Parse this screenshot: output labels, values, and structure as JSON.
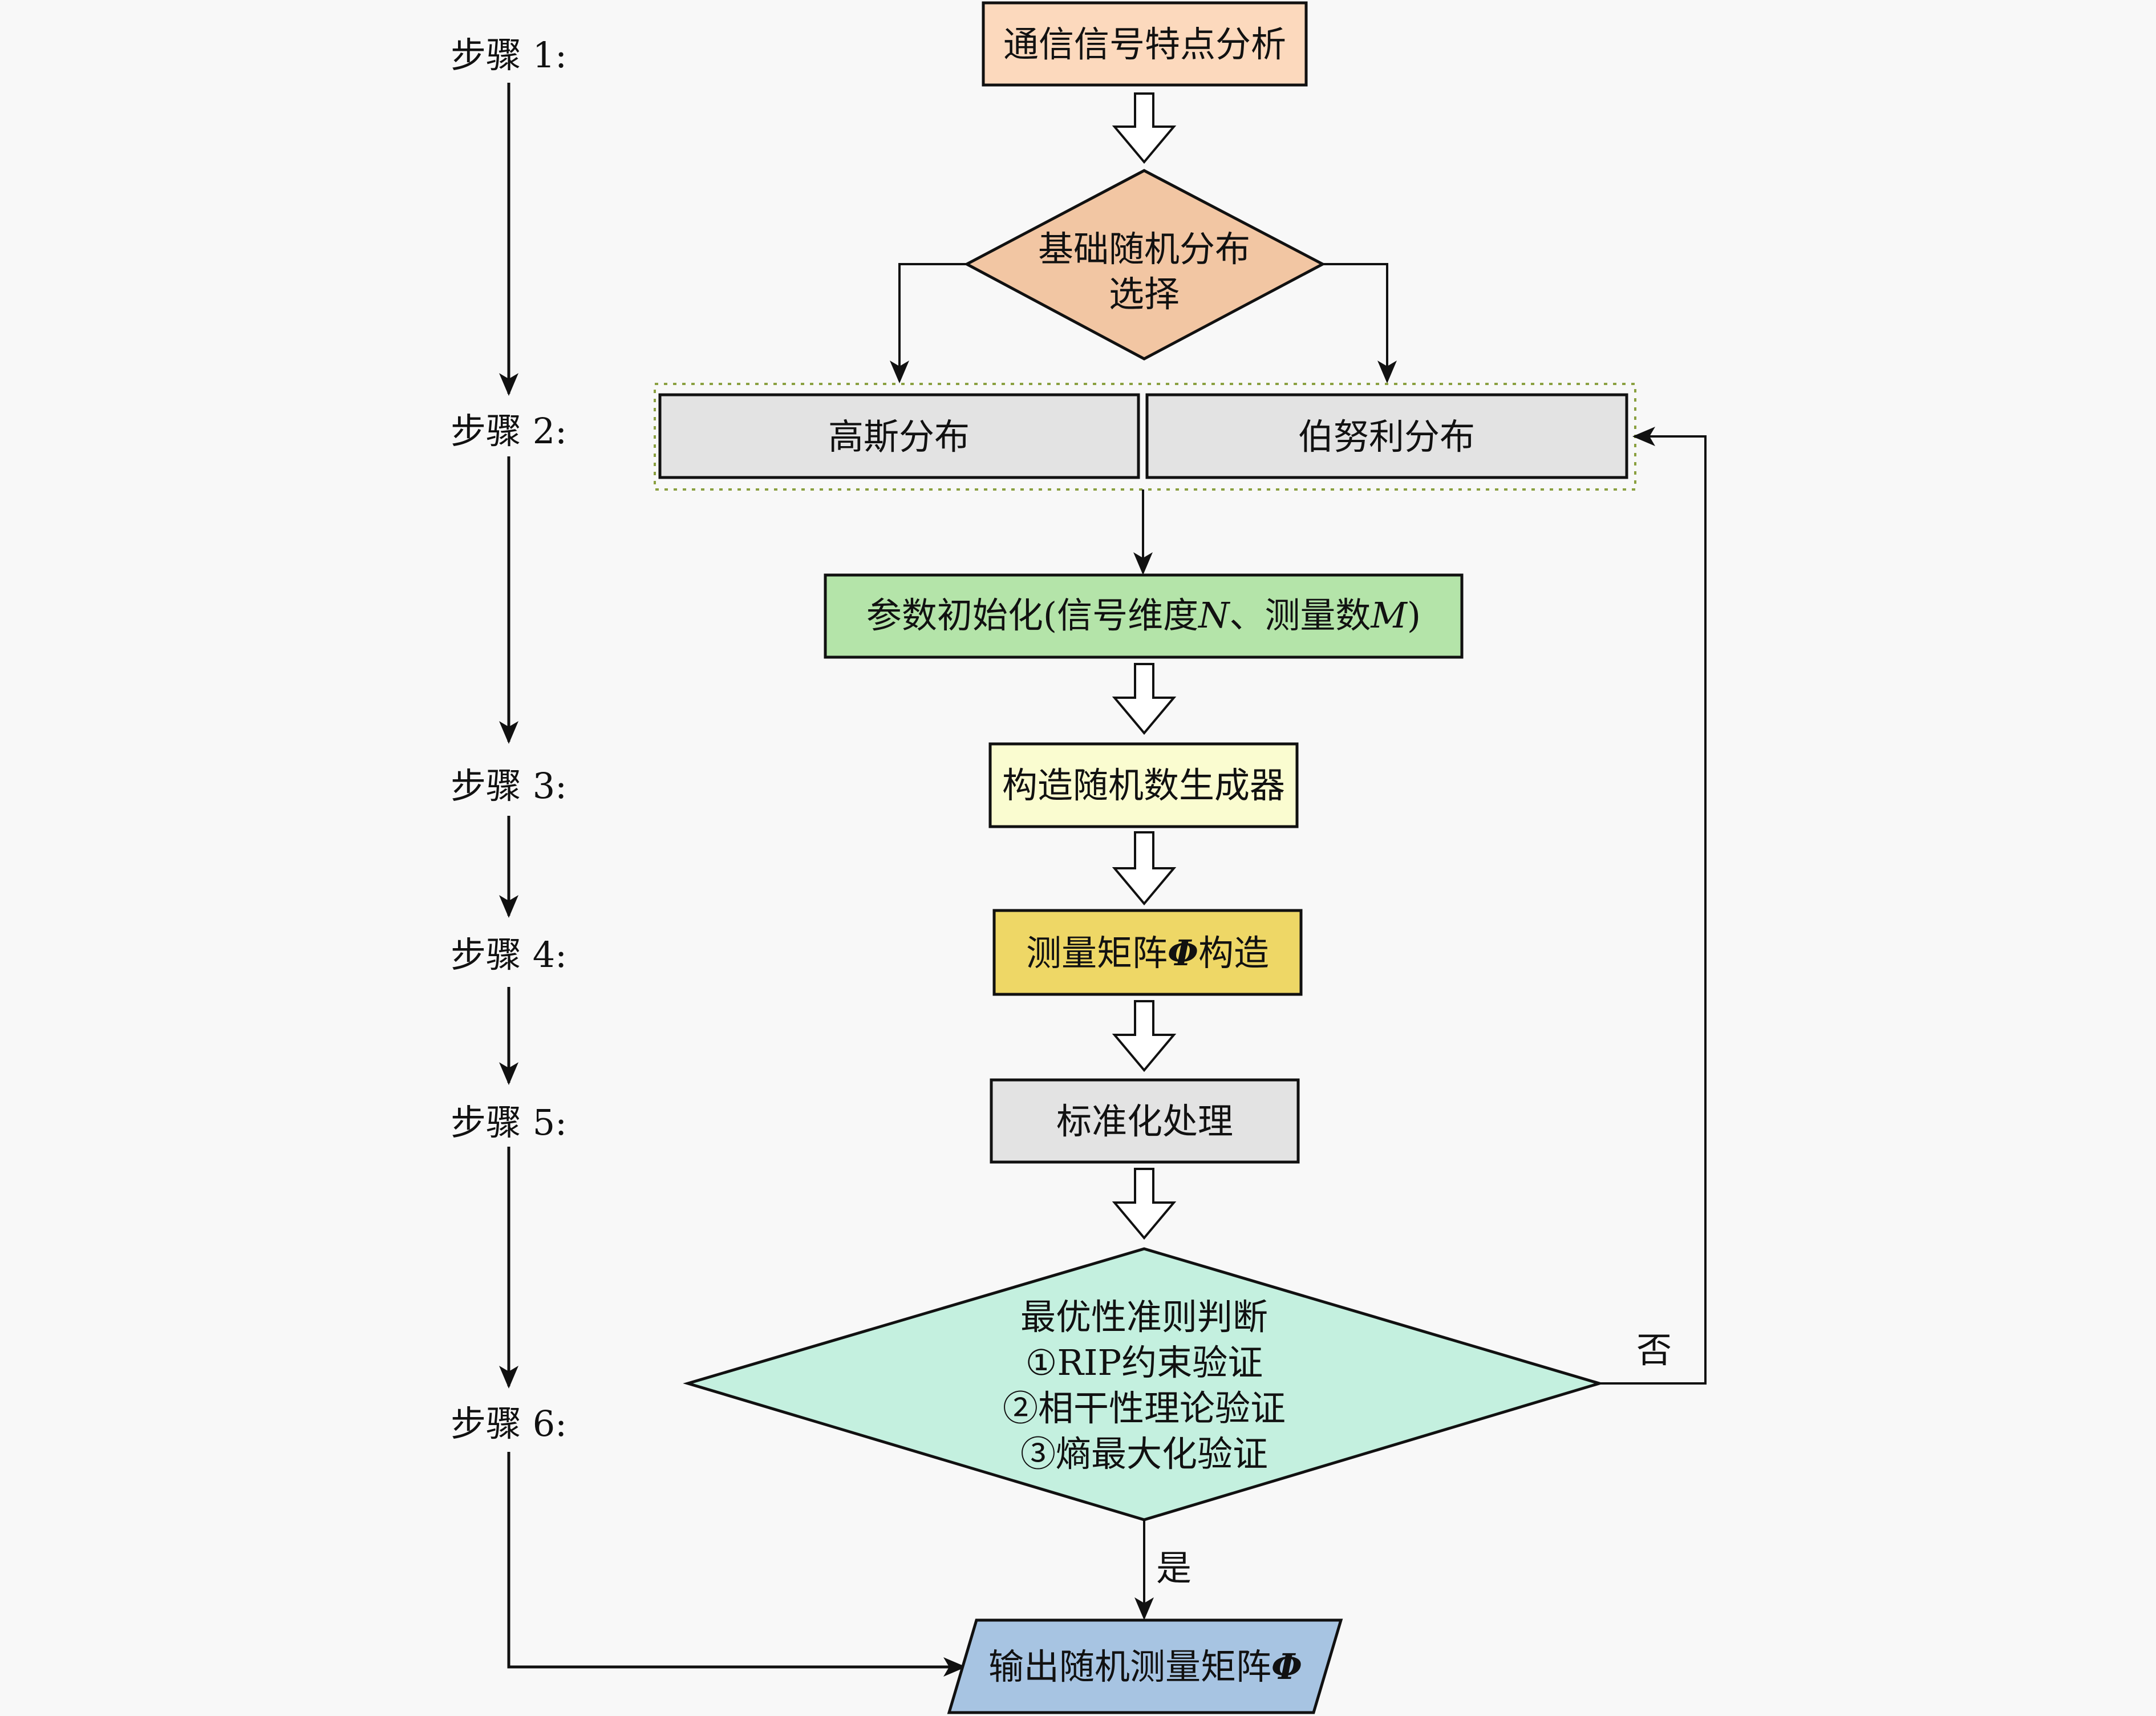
{
  "steps": [
    "步骤 1:",
    "步骤 2:",
    "步骤 3:",
    "步骤 4:",
    "步骤 5:",
    "步骤 6:"
  ],
  "nodes": {
    "signal_analysis": {
      "label": "通信信号特点分析",
      "color": "#fcd9bd"
    },
    "distribution_choice": {
      "lines": [
        "基础随机分布",
        "选择"
      ],
      "color": "#f2c6a3"
    },
    "gaussian": {
      "label": "高斯分布",
      "color": "#e3e3e3"
    },
    "bernoulli": {
      "label": "伯努利分布",
      "color": "#e3e3e3"
    },
    "param_init": {
      "label_prefix": "参数初始化(信号维度",
      "var_n": "N",
      "sep": "、测量数",
      "var_m": "M",
      "label_suffix": ")",
      "color": "#b4e4a9"
    },
    "rng": {
      "label": "构造随机数生成器",
      "color": "#fafcd0"
    },
    "matrix_build": {
      "label_prefix": "测量矩阵",
      "phi": "Φ",
      "label_suffix": "构造",
      "color": "#eed766"
    },
    "normalize": {
      "label": "标准化处理",
      "color": "#e3e3e3"
    },
    "criteria": {
      "lines": [
        "最优性准则判断",
        "①RIP约束验证",
        "②相干性理论验证",
        "③熵最大化验证"
      ],
      "color": "#c4f0df"
    },
    "output": {
      "label_prefix": "输出随机测量矩阵",
      "phi": "Φ",
      "color": "#a7c4e2"
    }
  },
  "edges": {
    "no_label": "否",
    "yes_label": "是"
  },
  "group_border_color": "#8aa040"
}
